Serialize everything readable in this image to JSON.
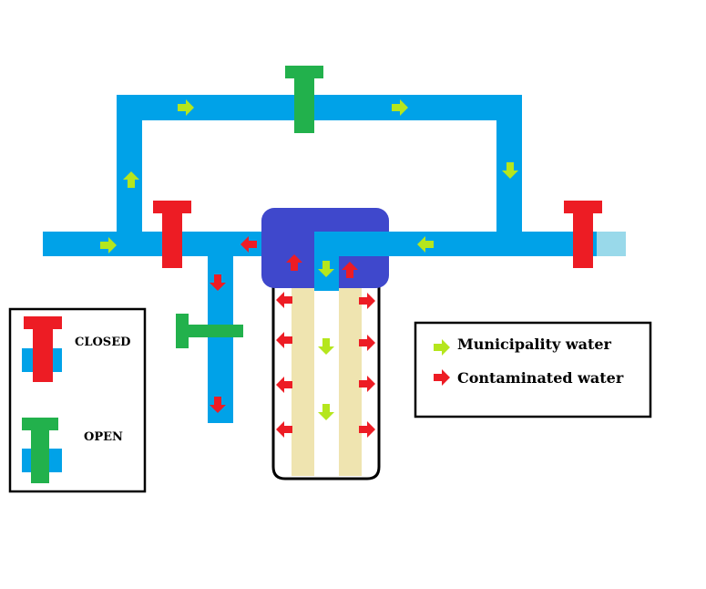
{
  "colors": {
    "pipe": "#00a2e8",
    "pipe_end": "#99d9ea",
    "filter_head": "#3f48cc",
    "filter_media": "#efe4b0",
    "valve_closed": "#ed1c24",
    "valve_open": "#22b14c",
    "arrow_municipal": "#b5e61d",
    "arrow_contaminated": "#ed1c24"
  },
  "icons": {
    "valve": "t-valve-icon",
    "arrow": "flow-arrow-icon"
  },
  "legend_valves": {
    "closed_label": "CLOSED",
    "open_label": "OPEN"
  },
  "legend_water": {
    "municipal_label": "Municipality water",
    "contaminated_label": "Contaminated water"
  },
  "valves": [
    {
      "id": "bypass-valve",
      "state": "open"
    },
    {
      "id": "inlet-valve",
      "state": "closed"
    },
    {
      "id": "drain-valve",
      "state": "open"
    },
    {
      "id": "outlet-valve",
      "state": "closed"
    }
  ]
}
